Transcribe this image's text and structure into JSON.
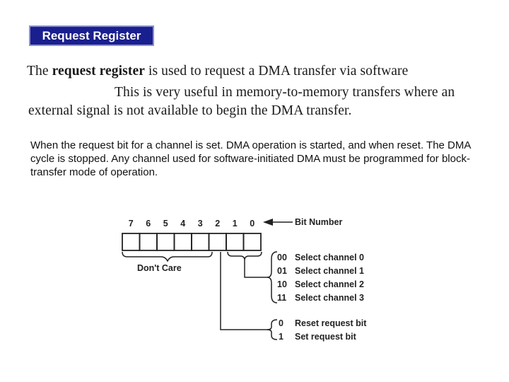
{
  "title": "Request Register",
  "scanned": {
    "line1_prefix": "The ",
    "line1_bold": "request register",
    "line1_suffix": " is used to request a DMA transfer via software",
    "line2": "This is very useful in memory-to-memory transfers where an",
    "line3": "external signal is not available to begin the DMA transfer."
  },
  "body": "When the request bit for a channel is set. DMA operation is started, and when reset. The DMA cycle is stopped. Any channel used for software-initiated DMA must be programmed for block-transfer mode of operation.",
  "diagram": {
    "bit_numbers": [
      "7",
      "6",
      "5",
      "4",
      "3",
      "2",
      "1",
      "0"
    ],
    "bit_number_label": "Bit Number",
    "dont_care": "Don't Care",
    "channel_codes": [
      "00",
      "01",
      "10",
      "11"
    ],
    "channel_labels": [
      "Select channel 0",
      "Select channel 1",
      "Select channel 2",
      "Select channel 3"
    ],
    "request_codes": [
      "0",
      "1"
    ],
    "request_labels": [
      "Reset request bit",
      "Set request bit"
    ]
  }
}
